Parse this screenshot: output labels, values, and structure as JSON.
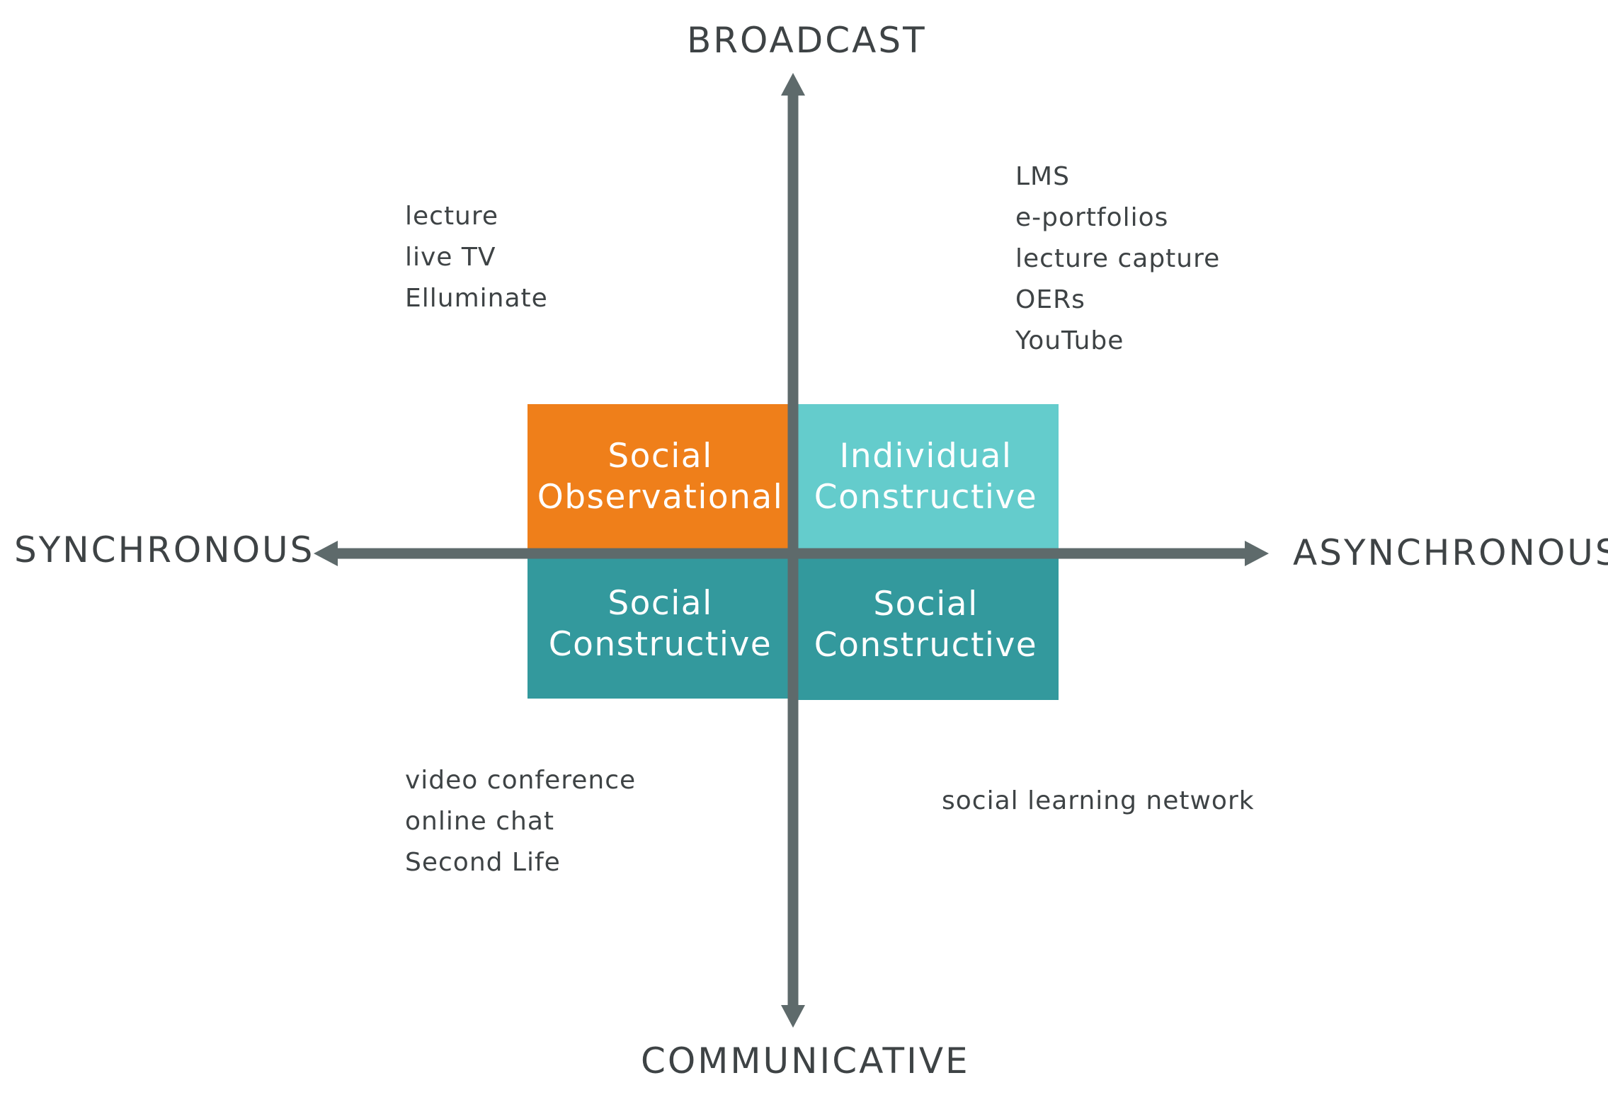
{
  "axes": {
    "top": "BROADCAST",
    "bottom": "COMMUNICATIVE",
    "left": "SYNCHRONOUS",
    "right": "ASYNCHRONOUS"
  },
  "quadrants": {
    "top_left": {
      "line1": "Social",
      "line2": "Observational",
      "color": "#ef7f1a"
    },
    "top_right": {
      "line1": "Individual",
      "line2": "Constructive",
      "color": "#64cccc"
    },
    "bottom_left": {
      "line1": "Social",
      "line2": "Constructive",
      "color": "#33999d"
    },
    "bottom_right": {
      "line1": "Social",
      "line2": "Constructive",
      "color": "#33999d"
    }
  },
  "examples": {
    "top_left": [
      "lecture",
      "live TV",
      "Elluminate"
    ],
    "top_right": [
      "LMS",
      "e-portfolios",
      "lecture capture",
      "OERs",
      "YouTube"
    ],
    "bottom_left": [
      "video conference",
      "online chat",
      "Second Life"
    ],
    "bottom_right": [
      "social learning network"
    ]
  },
  "colors": {
    "axis": "#5e6a6b",
    "text": "#3e4345"
  }
}
